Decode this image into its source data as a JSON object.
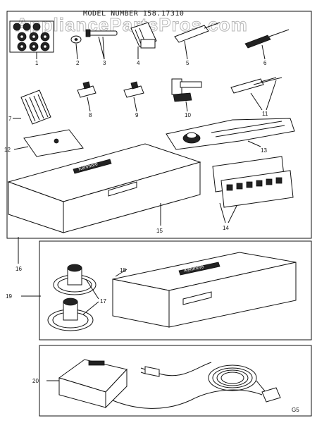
{
  "header": {
    "model_number": "MODEL NUMBER 158.17310"
  },
  "watermark": "AppliancePartsPros.com",
  "callouts": [
    "1",
    "2",
    "3",
    "4",
    "5",
    "6",
    "7",
    "8",
    "9",
    "10",
    "11",
    "12",
    "13",
    "14",
    "15",
    "16",
    "17",
    "18",
    "19",
    "20"
  ],
  "case_brand": "Kenmore",
  "footer_code": "G5",
  "colors": {
    "ink": "#111111",
    "paper": "#ffffff",
    "watermark": "#b8b8b8"
  }
}
